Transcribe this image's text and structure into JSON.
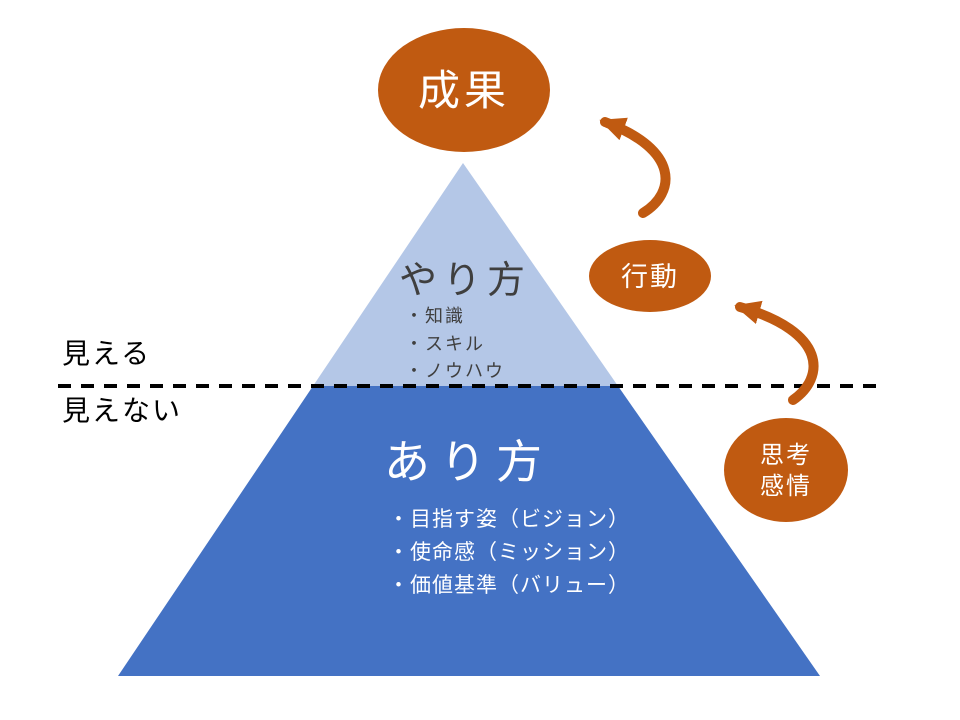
{
  "colors": {
    "orange": "#C05A11",
    "light_blue": "#B4C7E7",
    "dark_blue": "#4472C4",
    "dark_text": "#3F3F3F",
    "white": "#FFFFFF",
    "divider": "#000000"
  },
  "side_labels": {
    "visible": "見える",
    "invisible": "見えない"
  },
  "ellipses": {
    "outcome": "成果",
    "action": "行動",
    "thought_line1": "思考",
    "thought_line2": "感情"
  },
  "pyramid": {
    "top": {
      "title": "やり方",
      "bullets": [
        "・知識",
        "・スキル",
        "・ノウハウ"
      ]
    },
    "bottom": {
      "title": "あり方",
      "bullets": [
        "・目指す姿（ビジョン）",
        "・使命感（ミッション）",
        "・価値基準（バリュー）"
      ]
    }
  }
}
